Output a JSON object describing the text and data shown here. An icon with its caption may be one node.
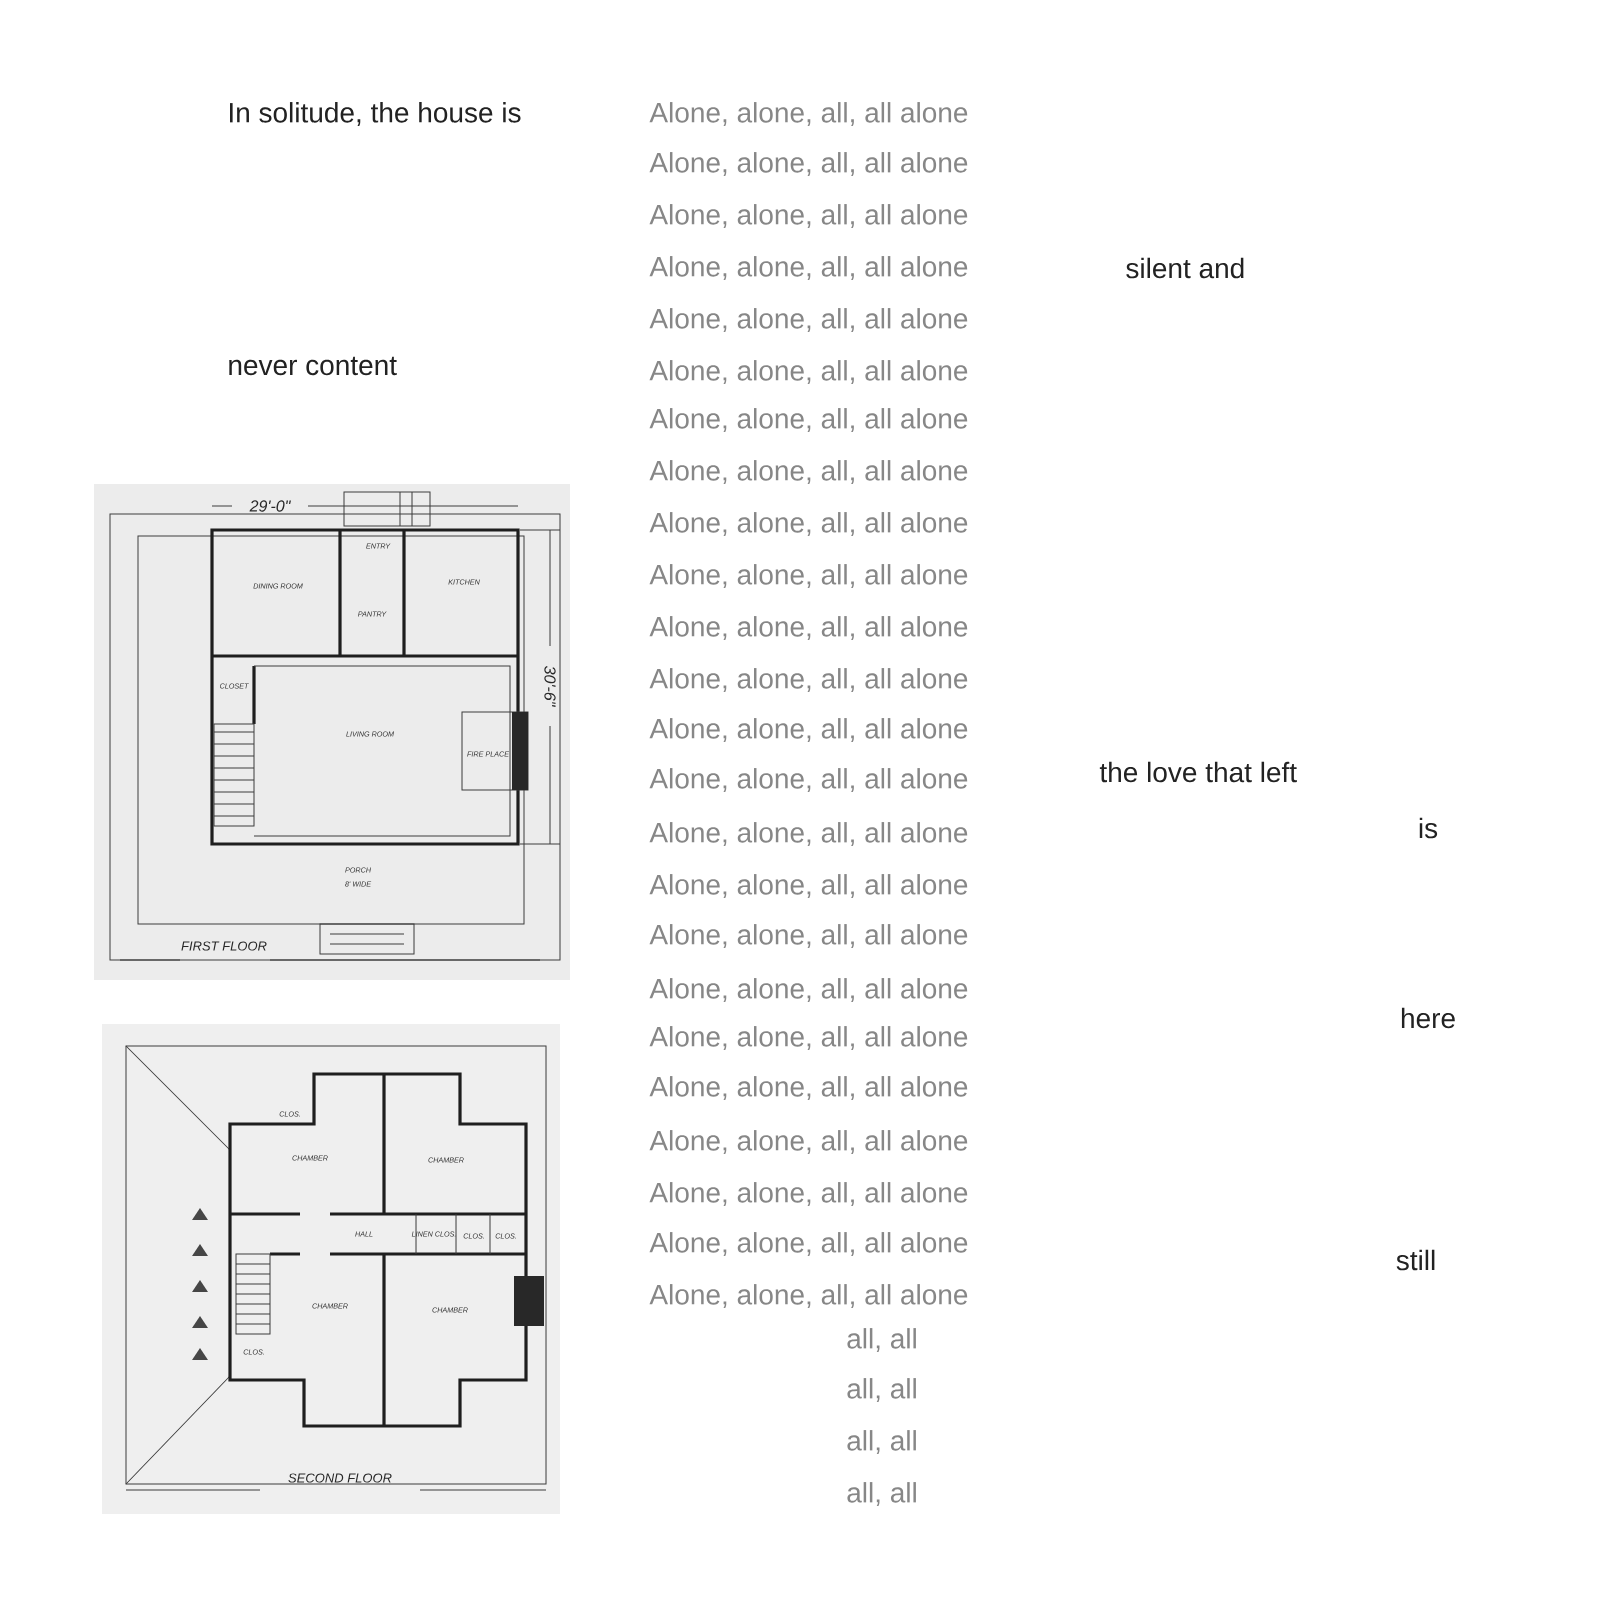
{
  "diagram": {
    "labels": [
      "In solitude, the house is",
      "Alone, alone, all, all alone",
      "Alone, alone, all, all alone",
      "Alone, alone, all, all alone",
      "Alone, alone, all, all alone",
      "Alone, alone, all, all alone",
      "Alone, alone, all, all alone",
      "Alone, alone, all, all alone",
      "Alone, alone, all, all alone",
      "Alone, alone, all, all alone",
      "Alone, alone, all, all alone",
      "Alone, alone, all, all alone",
      "Alone, alone, all, all alone",
      "Alone, alone, all, all alone",
      "Alone, alone, all, all alone",
      "Alone, alone, all, all alone",
      "Alone, alone, all, all alone",
      "Alone, alone, all, all alone",
      "Alone, alone, all, all alone",
      "Alone, alone, all, all alone",
      "Alone, alone, all, all alone",
      "Alone, alone, all, all alone",
      "Alone, alone, all, all alone",
      "Alone, alone, all, all alone",
      "Alone, alone, all, all alone",
      "silent and",
      "never content",
      "the love that left",
      "is",
      "here",
      "still",
      "all, all",
      "all, all",
      "all, all",
      "all, all",
      "29'-0\"",
      "30'-6\"",
      "ENTRY",
      "DINING ROOM",
      "KITCHEN",
      "PANTRY",
      "CLOSET",
      "LIVING ROOM",
      "FIRE PLACE",
      "PORCH",
      "8' WIDE",
      "FIRST FLOOR",
      "CLOS.",
      "CHAMBER",
      "CHAMBER",
      "HALL",
      "LINEN CLOS.",
      "CLOS.",
      "CLOS.",
      "CHAMBER",
      "CHAMBER",
      "CLOS.",
      "SECOND FLOOR"
    ]
  }
}
